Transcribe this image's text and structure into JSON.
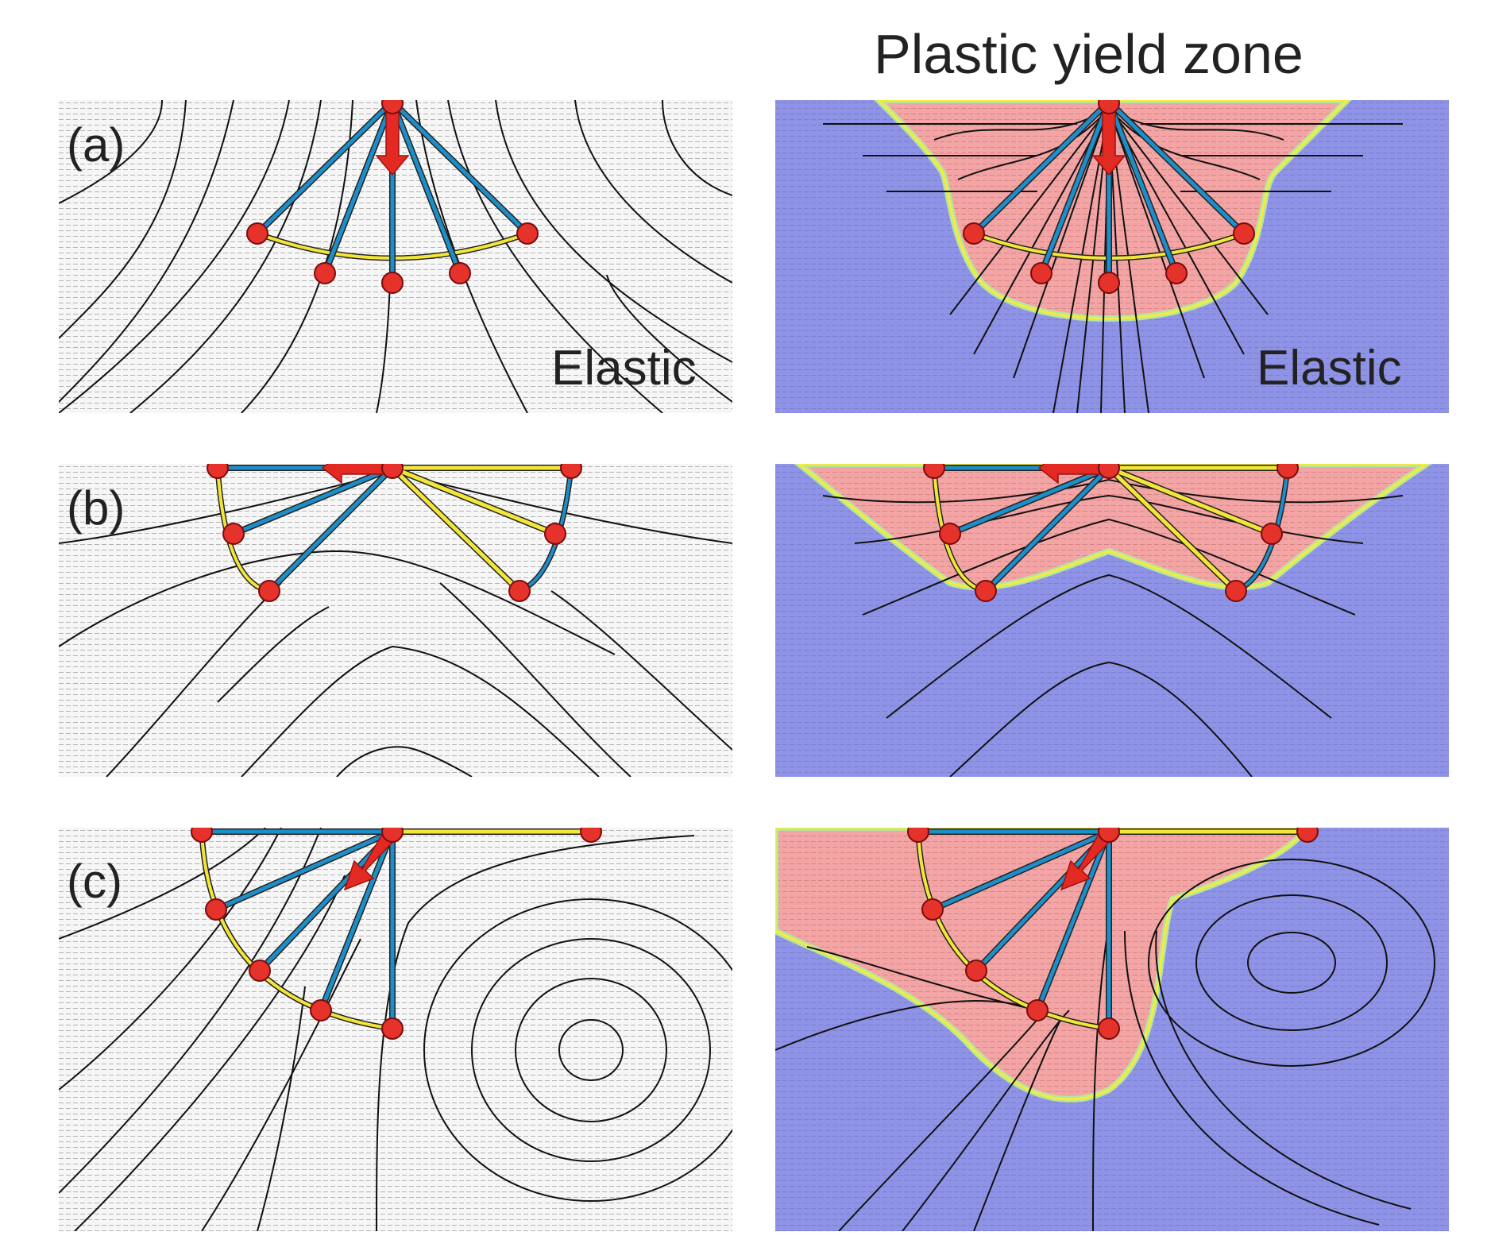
{
  "title": "Plastic yield zone",
  "panel_labels": {
    "a": "(a)",
    "b": "(b)",
    "c": "(c)"
  },
  "region_labels": {
    "left_a": "Elastic",
    "right_a": "Elastic"
  },
  "colors": {
    "elastic_blue": "#8f93e6",
    "plastic_pink": "#f3a4a4",
    "boundary_yellow": "#f5ec3c",
    "boundary_green": "#9fdca0",
    "node_red": "#e5322a",
    "bar_blue": "#1e8ec8",
    "arc_yellow": "#f3e63a",
    "streamline": "#111111",
    "arrow_red": "#e32a22",
    "vector_field_gray": "#9a9a9a"
  },
  "icons": [
    "down-force-arrow-icon",
    "left-force-arrow-icon",
    "diagonal-force-arrow-icon",
    "node-circle-icon"
  ]
}
